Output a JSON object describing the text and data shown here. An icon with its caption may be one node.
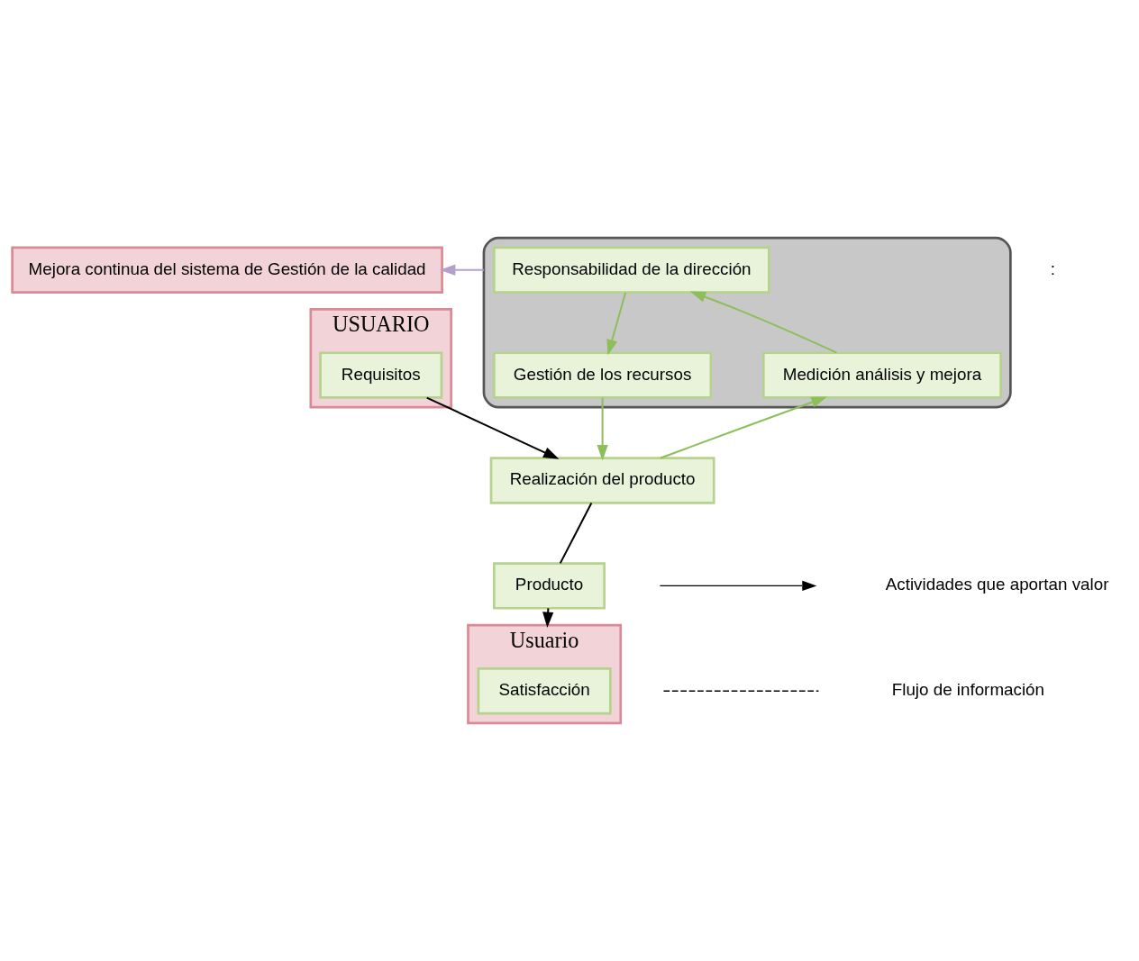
{
  "diagram": {
    "nodes": [
      {
        "text": [
          "Mejora continua del sistema de Gestión de la calidad"
        ]
      },
      {
        "text": [
          "USUARIO"
        ]
      },
      {
        "text": [
          "Requisitos"
        ],
        "in": 1
      },
      {
        "text": [],
        "shape": "ellipse"
      },
      {
        "text": [
          "Responsabilidad de la dirección"
        ],
        "in": 3
      },
      {
        "text": [
          "Gestión de los recursos"
        ],
        "in": 3
      },
      {
        "text": [
          "Medición análisis y mejora"
        ],
        "in": 3
      },
      {
        "text": [
          "Realización del producto"
        ]
      },
      {
        "text": [
          "Producto"
        ]
      },
      {
        "text": [
          "Usuario"
        ]
      },
      {
        "text": [
          "Satisfacción"
        ],
        "in": 9
      }
    ],
    "edges": [
      {
        "from": 2,
        "to": 7,
        "arrow": "to",
        "color": "#000000"
      },
      {
        "from": 7,
        "to": 8,
        "arrow": "none",
        "color": "#000000"
      },
      {
        "from": 8,
        "to": 9,
        "arrow": "to",
        "color": "#000000"
      },
      {
        "from": 4,
        "to": 5,
        "arrow": "to",
        "color": "#8cbf5a"
      },
      {
        "from": 5,
        "to": 7,
        "arrow": "to",
        "color": "#8cbf5a"
      },
      {
        "from": 7,
        "to": 6,
        "arrow": "to",
        "color": "#8cbf5a"
      },
      {
        "from": 6,
        "to": 4,
        "arrow": "to",
        "color": "#8cbf5a"
      },
      {
        "from": 3,
        "to": 0,
        "arrow": "to",
        "color": "#b4a0cc"
      }
    ],
    "labels": [
      ":"
    ],
    "legend": [
      {
        "text": "Actividades que aportan valor"
      },
      {
        "text": "Flujo de información"
      }
    ]
  }
}
